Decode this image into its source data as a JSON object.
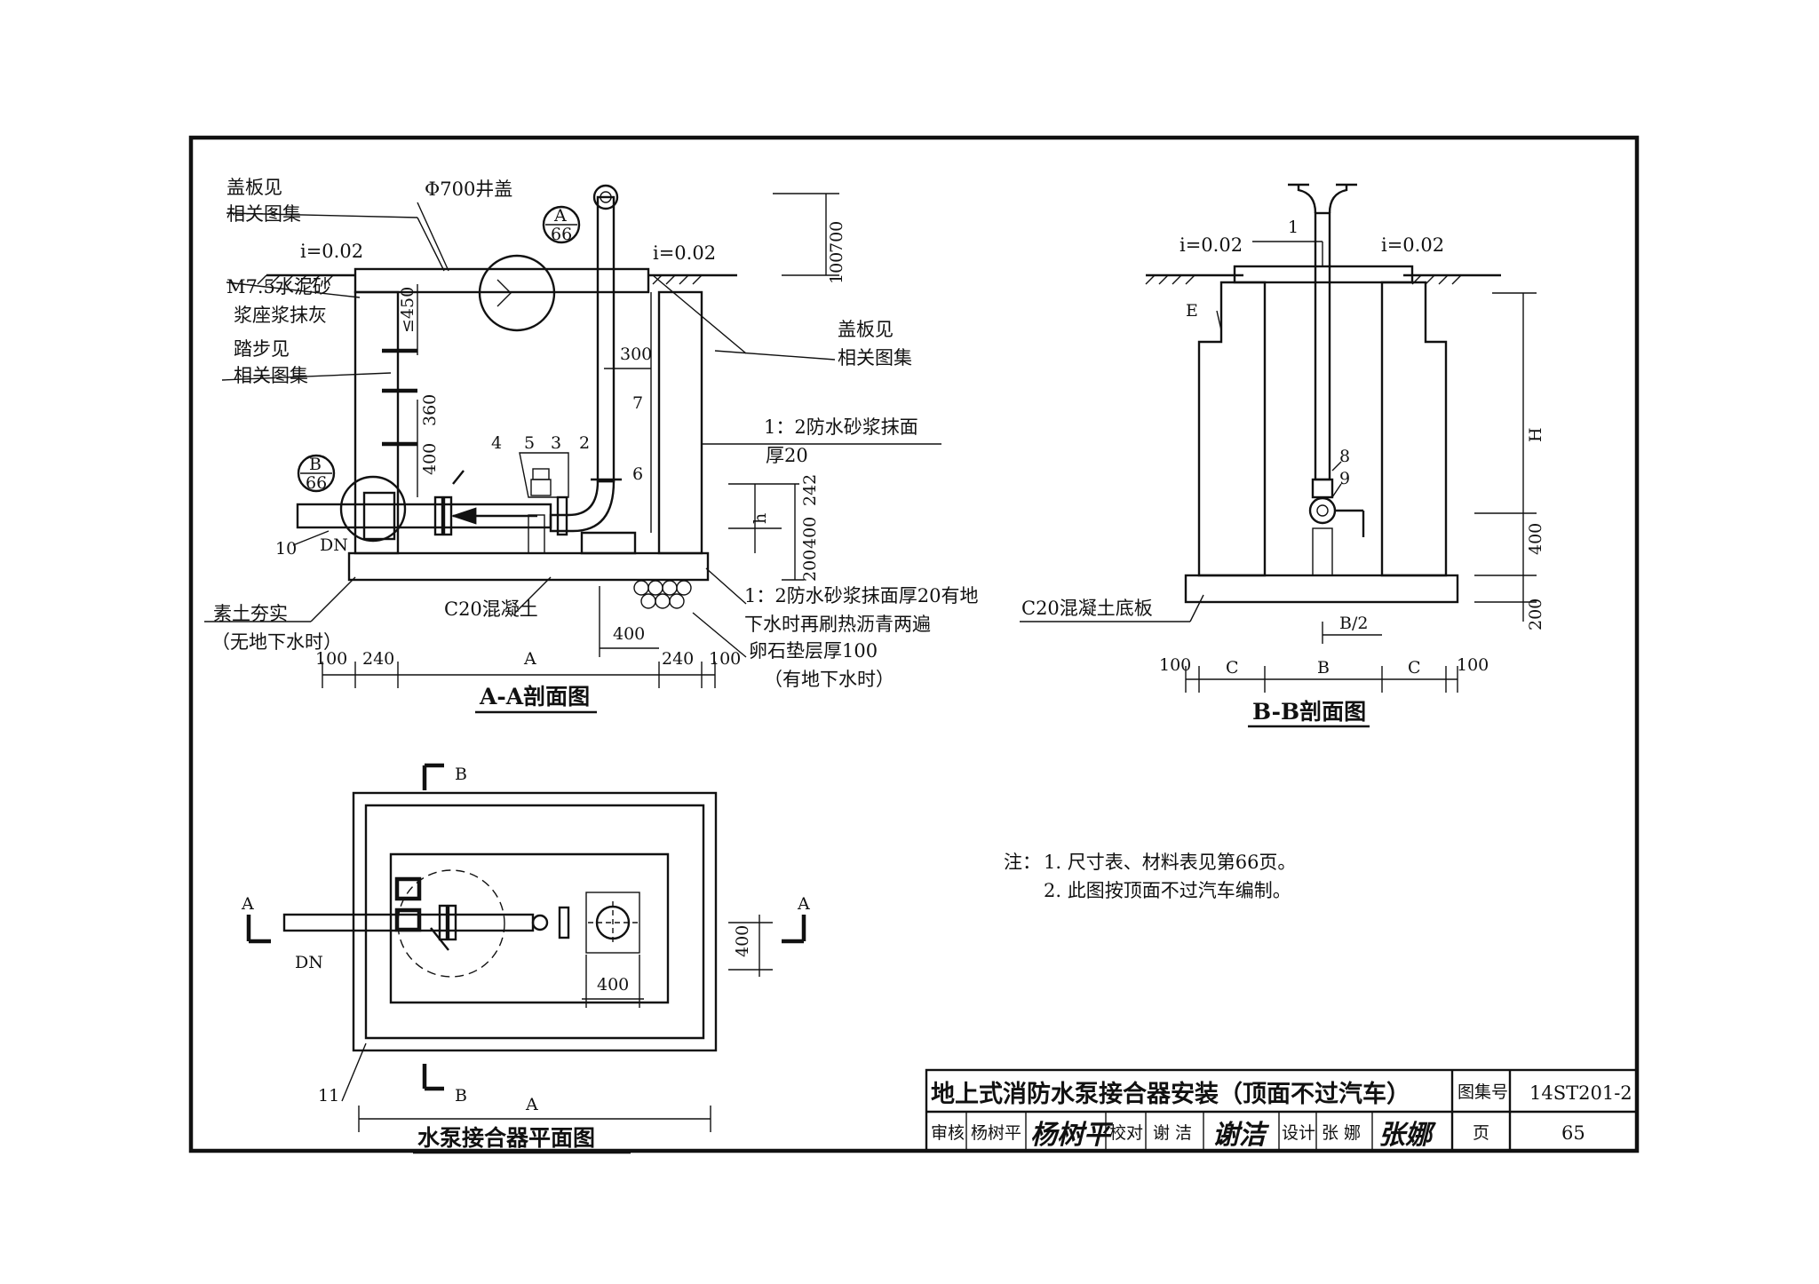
{
  "sheet": {
    "section_aa_title": "A-A剖面图",
    "section_bb_title": "B-B剖面图",
    "plan_title": "水泵接合器平面图"
  },
  "section_aa": {
    "cover_note_l1": "盖板见",
    "cover_note_l2": "相关图集",
    "manhole_cover": "Φ700井盖",
    "slope_left": "i=0.02",
    "slope_right": "i=0.02",
    "mortar_l1": "M7.5水泥砂",
    "mortar_l2": "浆座浆抹灰",
    "steps_l1": "踏步见",
    "steps_l2": "相关图集",
    "detail_a_letter": "A",
    "detail_a_page": "66",
    "detail_b_letter": "B",
    "detail_b_page": "66",
    "dim_700": "700",
    "dim_100": "100",
    "dim_450": "≤450",
    "dim_360": "360",
    "dim_400v": "400",
    "dim_300": "300",
    "dim_h": "h",
    "dim_242": "242",
    "dim_400b": "400",
    "dim_200": "200",
    "cover_right_l1": "盖板见",
    "cover_right_l2": "相关图集",
    "waterproof_l1": "1：2防水砂浆抹面",
    "waterproof_l2": "厚20",
    "waterproof2_l1": "1：2防水砂浆抹面厚20有地",
    "waterproof2_l2": "下水时再刷热沥青两遍",
    "pebble_l1": "卵石垫层厚100",
    "pebble_l2": "（有地下水时）",
    "concrete": "C20混凝土",
    "soil_l1": "素土夯实",
    "soil_l2": "（无地下水时）",
    "pipe_dn": "DN",
    "item_10": "10",
    "item_4": "4",
    "item_5": "5",
    "item_3": "3",
    "item_2": "2",
    "item_7": "7",
    "item_6": "6",
    "bottom_dims": [
      "100",
      "240",
      "A",
      "400",
      "240",
      "100"
    ]
  },
  "section_bb": {
    "slope_left": "i=0.02",
    "slope_right": "i=0.02",
    "item_1": "1",
    "item_8": "8",
    "item_9": "9",
    "dim_e": "E",
    "dim_h_big": "H",
    "dim_400": "400",
    "dim_200": "200",
    "dim_b2": "B/2",
    "concrete_base": "C20混凝土底板",
    "bottom_dims": [
      "100",
      "C",
      "B",
      "C",
      "100"
    ]
  },
  "plan": {
    "cut_b_top": "B",
    "cut_b_bottom": "B",
    "cut_a_left": "A",
    "cut_a_right": "A",
    "pipe_dn": "DN",
    "dim_400h": "400",
    "dim_400v": "400",
    "dim_a": "A",
    "item_11": "11"
  },
  "notes": {
    "label": "注：",
    "note1": "1. 尺寸表、材料表见第66页。",
    "note2": "2. 此图按顶面不过汽车编制。"
  },
  "title_block": {
    "title": "地上式消防水泵接合器安装（顶面不过汽车）",
    "atlas_no_label": "图集号",
    "atlas_no": "14ST201-2",
    "review_label": "审核",
    "reviewer": "杨树平",
    "reviewer_sign": "杨树平",
    "check_label": "校对",
    "checker": "谢 洁",
    "checker_sign": "谢洁",
    "design_label": "设计",
    "designer": "张 娜",
    "designer_sign": "张娜",
    "page_label": "页",
    "page_no": "65"
  }
}
